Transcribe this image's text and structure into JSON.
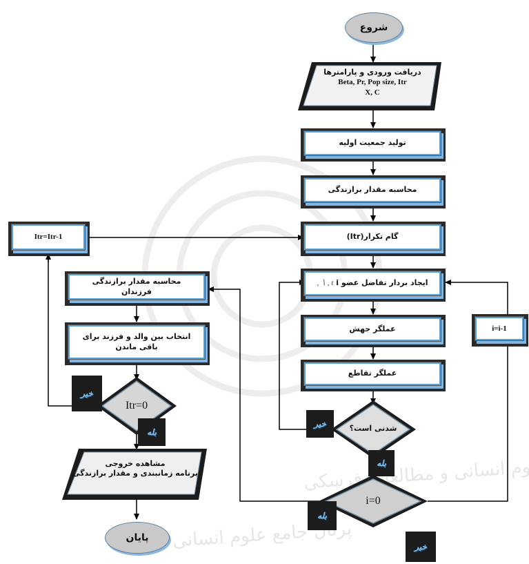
{
  "nodes": {
    "start": "شروع",
    "input_title": "دریافت ورودی و پارامترها",
    "input_line2": "Beta, Pr, Pop size, Itr",
    "input_line3": "X, C",
    "init_pop": "تولید جمعیت اولیه",
    "fitness": "محاسبه مقدار برازندگی",
    "iter_step": "گام تکرار(Itr)",
    "diff_vector": "ایجاد بردار تفاضل عضو i",
    "diff_vector_formula": "t , ∖ ,",
    "mutation": "عملگر جهش",
    "crossover": "عملگر تقاطع",
    "feasible": "شدنی است؟",
    "i_zero": "i=0",
    "i_dec": "i=i-1",
    "itr_dec": "Itr=Itr-1",
    "child_fitness_1": "محاسبه مقدار برازندگی",
    "child_fitness_2": "فرزندان",
    "select_1": "انتخاب بین والد و فرزند برای",
    "select_2": "باقی ماندن",
    "itr_zero": "Itr=0",
    "output_1": "مشاهده خروجی",
    "output_2": "برنامه زمانبندی و مقدار برازندگی",
    "end": "پایان"
  },
  "labels": {
    "no": "خیر",
    "yes": "بله"
  },
  "watermark": {
    "line1": "شروبٌ گاه علوم انسانی و مطالعات فرسکی",
    "line2": "پرتال جامع علوم انسانی"
  },
  "colors": {
    "dark": "#2a2a2a",
    "accent": "#5aa0d8",
    "terminal": "#c9c9c9",
    "tag_text": "#7fc0ee"
  }
}
